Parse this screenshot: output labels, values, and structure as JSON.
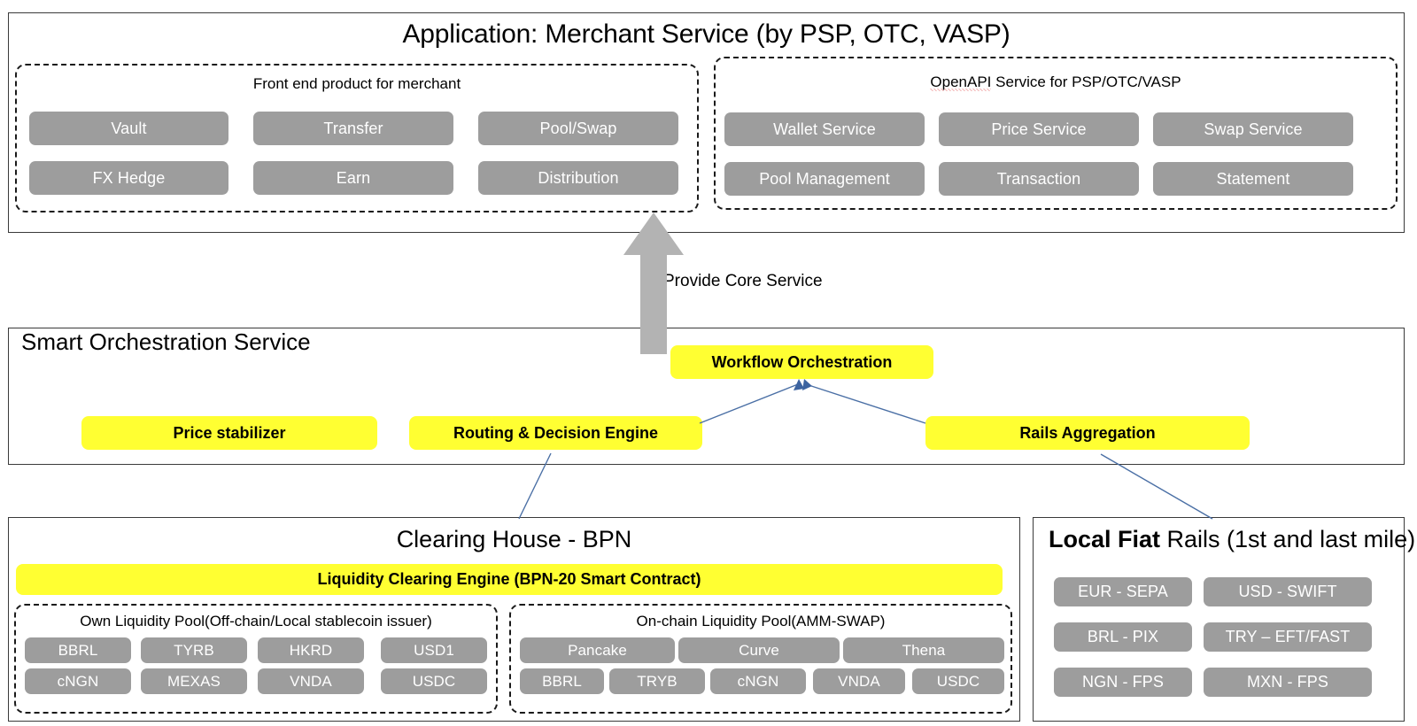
{
  "application": {
    "title": "Application: Merchant Service (by PSP, OTC, VASP)",
    "frontend": {
      "heading": "Front end product for merchant",
      "items": [
        "Vault",
        "Transfer",
        "Pool/Swap",
        "FX Hedge",
        "Earn",
        "Distribution"
      ]
    },
    "openapi": {
      "heading_spell": "OpenAPI",
      "heading_rest": " Service for PSP/OTC/VASP",
      "heading": "OpenAPI Service for PSP/OTC/VASP",
      "items": [
        "Wallet Service",
        "Price Service",
        "Swap Service",
        "Pool Management",
        "Transaction",
        "Statement"
      ]
    }
  },
  "connector": {
    "provide_core_service": "Provide Core Service"
  },
  "orchestration": {
    "title": "Smart Orchestration Service",
    "boxes": {
      "price_stabilizer": "Price stabilizer",
      "routing_engine": "Routing & Decision Engine",
      "workflow": "Workflow Orchestration",
      "rails_aggregation": "Rails Aggregation"
    }
  },
  "clearing_house": {
    "title_bold": "Clearing",
    "title_rest": " House - BPN",
    "engine": "Liquidity Clearing Engine (BPN-20 Smart Contract)",
    "own_pool": {
      "heading": "Own Liquidity Pool(Off-chain/Local stablecoin issuer)",
      "row1": [
        "BBRL",
        "TYRB",
        "HKRD",
        "USD1"
      ],
      "row2": [
        "cNGN",
        "MEXAS",
        "VNDA",
        "USDC"
      ]
    },
    "onchain_pool": {
      "heading": "On-chain Liquidity Pool(AMM-SWAP)",
      "row1": [
        "Pancake",
        "Curve",
        "Thena"
      ],
      "row2": [
        "BBRL",
        "TRYB",
        "cNGN",
        "VNDA",
        "USDC"
      ]
    }
  },
  "fiat_rails": {
    "title_bold": "Local Fiat",
    "title_rest": " Rails (1st and last mile)",
    "items": [
      "EUR - SEPA",
      "USD - SWIFT",
      "BRL - PIX",
      "TRY – EFT/FAST",
      "NGN - FPS",
      "MXN - FPS"
    ]
  },
  "colors": {
    "pill_gray": "#9d9d9d",
    "highlight_yellow": "#ffff32",
    "arrow_gray": "#b3b3b3",
    "connector_blue": "#4a6fa5",
    "panel_border": "#3a3a3a"
  }
}
